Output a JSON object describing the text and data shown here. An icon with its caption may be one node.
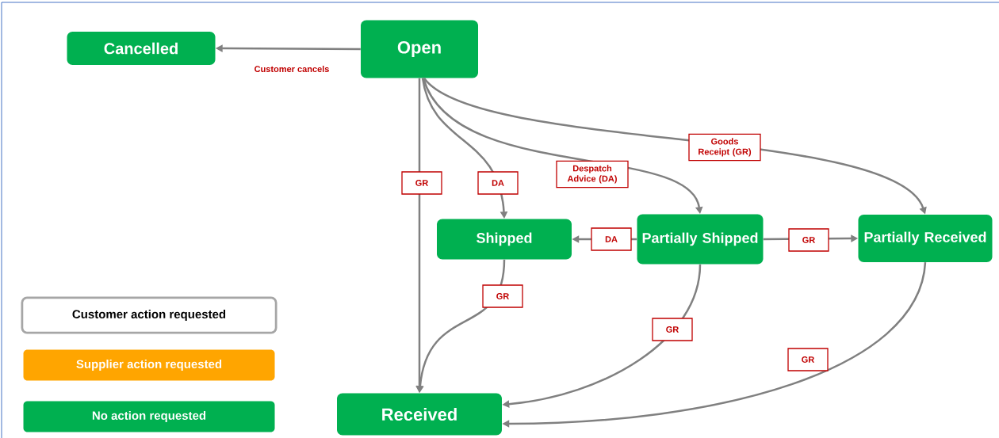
{
  "diagram": {
    "nodes": [
      {
        "text": [
          "Cancelled"
        ]
      },
      {
        "text": [
          "Open"
        ]
      },
      {
        "text": [
          "Shipped"
        ]
      },
      {
        "text": [
          "Partially Shipped"
        ]
      },
      {
        "text": [
          "Partially Received"
        ]
      },
      {
        "text": [
          "Received"
        ]
      }
    ],
    "edges": [
      {
        "from": 1,
        "to": 0,
        "arrow": "to",
        "label": "Customer cancels"
      },
      {
        "from": 1,
        "to": 5,
        "arrow": "to",
        "label": "GR"
      },
      {
        "from": 1,
        "to": 2,
        "arrow": "to",
        "label": "DA"
      },
      {
        "from": 1,
        "to": 3,
        "arrow": "to",
        "label": "Despatch Advice (DA)"
      },
      {
        "from": 1,
        "to": 4,
        "arrow": "to",
        "label": "Goods Receipt (GR)"
      },
      {
        "from": 3,
        "to": 2,
        "arrow": "to",
        "label": "DA"
      },
      {
        "from": 3,
        "to": 4,
        "arrow": "to",
        "label": "GR"
      },
      {
        "from": 2,
        "to": 5,
        "arrow": "to",
        "label": "GR"
      },
      {
        "from": 3,
        "to": 5,
        "arrow": "to",
        "label": "GR"
      },
      {
        "from": 4,
        "to": 5,
        "arrow": "to",
        "label": "GR"
      }
    ],
    "legend": [
      {
        "text": "Customer action requested",
        "color": "#ffffff"
      },
      {
        "text": "Supplier action requested",
        "color": "#ffa500"
      },
      {
        "text": "No action requested",
        "color": "#00b050"
      }
    ]
  }
}
